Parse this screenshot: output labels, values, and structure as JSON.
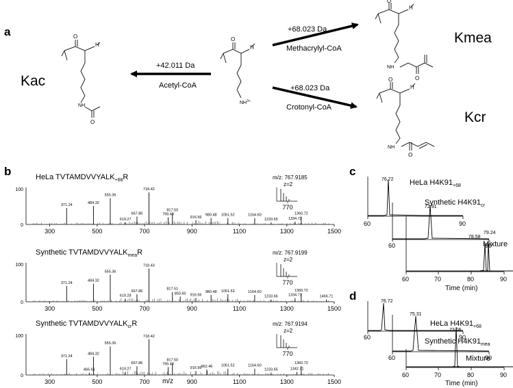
{
  "panels": {
    "a": "a",
    "b": "b",
    "c": "c",
    "d": "d"
  },
  "scheme": {
    "kac": "Kac",
    "kmea": "Kmea",
    "kcr": "Kcr",
    "arrow_acetyl": {
      "mass": "+42.011 Da",
      "reagent": "Acetyl-CoA"
    },
    "arrow_methacrylyl": {
      "mass": "+68.023 Da",
      "reagent": "Methacrylyl-CoA"
    },
    "arrow_crotonyl": {
      "mass": "+68.023 Da",
      "reagent": "Crotonyl-CoA"
    },
    "atoms": {
      "O": "O",
      "N": "N",
      "H": "H",
      "NH3": "NH",
      "NH3_charge": "3+",
      "NH": "H",
      "N2": "N"
    }
  },
  "spectra": [
    {
      "label_pre": "HeLa TVTAMDVVYALK",
      "label_sub": "+68",
      "label_post": "R",
      "mz": "m/z: 767.9185",
      "z": "z=2",
      "inset_tick": "770",
      "peaks": [
        [
          371.24,
          46,
          "371.24"
        ],
        [
          484.32,
          52,
          "484.32"
        ],
        [
          555.36,
          74,
          "555.36"
        ],
        [
          619.27,
          6,
          "619.27"
        ],
        [
          667.86,
          22,
          "667.86"
        ],
        [
          718.42,
          90,
          "718.42"
        ],
        [
          799.4,
          20,
          "799.40"
        ],
        [
          817.5,
          32,
          "817.50"
        ],
        [
          916.56,
          12,
          "916.56"
        ],
        [
          980.48,
          18,
          "980.48"
        ],
        [
          1051.52,
          18,
          "1051.52"
        ],
        [
          1164.6,
          18,
          "1164.60"
        ],
        [
          1233.65,
          6,
          "1233.65"
        ],
        [
          1334.72,
          8,
          "1334.72"
        ],
        [
          1360.72,
          22,
          "1360.72"
        ]
      ]
    },
    {
      "label_pre": "Synthetic TVTAMDVVYALK",
      "label_sub": "mea",
      "label_post": "R",
      "mz": "m/z: 767.9199",
      "z": "z=2",
      "inset_tick": "770",
      "peaks": [
        [
          371.24,
          42,
          "371.24"
        ],
        [
          484.32,
          48,
          "484.32"
        ],
        [
          555.36,
          72,
          "555.36"
        ],
        [
          619.28,
          8,
          "619.28"
        ],
        [
          667.86,
          20,
          "667.86"
        ],
        [
          718.43,
          88,
          "718.43"
        ],
        [
          817.51,
          26,
          "817.51"
        ],
        [
          850.6,
          14,
          "850.60"
        ],
        [
          916.56,
          10,
          "916.56"
        ],
        [
          980.48,
          18,
          "980.48"
        ],
        [
          1051.52,
          20,
          "1051.52"
        ],
        [
          1164.6,
          18,
          "1164.60"
        ],
        [
          1233.66,
          6,
          "1233.66"
        ],
        [
          1334.71,
          10,
          "1334.71"
        ],
        [
          1360.72,
          22,
          "1360.72"
        ],
        [
          1466.71,
          6,
          "1466.71"
        ]
      ]
    },
    {
      "label_pre": "Synthetic TVTAMDVVYALK",
      "label_sub": "cr",
      "label_post": "R",
      "mz": "m/z: 767.9194",
      "z": "z=2",
      "inset_tick": "770",
      "peaks": [
        [
          371.24,
          40,
          "371.24"
        ],
        [
          466.61,
          6,
          "466.61"
        ],
        [
          484.32,
          46,
          "484.32"
        ],
        [
          555.36,
          72,
          "555.36"
        ],
        [
          619.27,
          8,
          "619.27"
        ],
        [
          667.86,
          22,
          "667.86"
        ],
        [
          718.42,
          90,
          "718.42"
        ],
        [
          799.4,
          20,
          "799.40"
        ],
        [
          817.5,
          30,
          "817.50"
        ],
        [
          916.56,
          10,
          "916.56"
        ],
        [
          962.46,
          14,
          "962.46"
        ],
        [
          1051.52,
          16,
          "1051.52"
        ],
        [
          1164.6,
          16,
          "1164.60"
        ],
        [
          1233.65,
          6,
          "1233.65"
        ],
        [
          1342.71,
          8,
          "1342.71"
        ],
        [
          1360.72,
          22,
          "1360.72"
        ]
      ]
    }
  ],
  "ms_axis": {
    "xlabel": "m/z",
    "xticks": [
      "300",
      "500",
      "700",
      "900",
      "1100",
      "1300",
      "1500"
    ],
    "y0": "0",
    "y100": "100"
  },
  "chrom_c": {
    "trace1_label_pre": "HeLa H4K91",
    "trace1_label_sub": "+68",
    "trace1_peak": "76.72",
    "trace2_label_pre": "Synthetic H4K91",
    "trace2_label_sub": "cr",
    "trace2_peak": "72.91",
    "mix_label": "Mixture",
    "mix_peak1": "78.58",
    "mix_peak2": "79.24",
    "back_ticks": [
      "60",
      "90"
    ],
    "mid_ticks": [
      "60",
      "90"
    ],
    "front_ticks": [
      "60",
      "70",
      "80",
      "90"
    ],
    "xlabel": "Time (min)"
  },
  "chrom_d": {
    "trace1_label_pre": "HeLa H4K91",
    "trace1_label_sub": "+68",
    "trace1_peak": "76.72",
    "trace2_label_pre": "Synthetic H4K91",
    "trace2_label_sub": "mea",
    "trace2_peak": "75.31",
    "mix_label": "Mixture",
    "mix_peak": "73.06",
    "back_ticks": [
      "60",
      "90"
    ],
    "mid_ticks": [
      "60",
      "90"
    ],
    "front_ticks": [
      "60",
      "70",
      "80",
      "90"
    ],
    "xlabel": "Time (min)"
  }
}
